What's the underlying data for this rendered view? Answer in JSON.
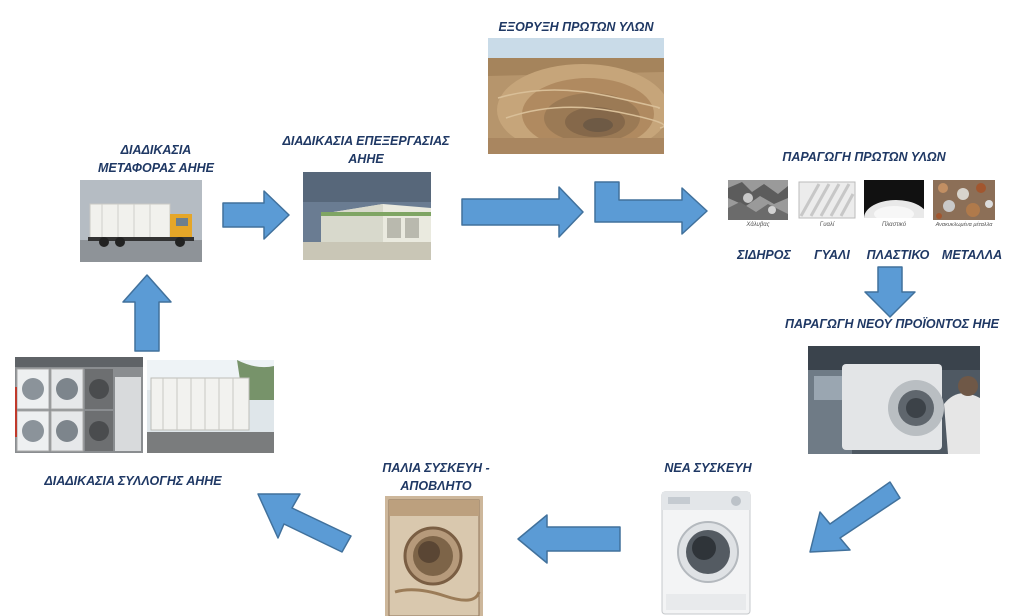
{
  "labels": {
    "mining": "ΕΞΟΡΥΞΗ ΠΡΩΤΩΝ ΥΛΩΝ",
    "raw_production": "ΠΑΡΑΓΩΓΗ  ΠΡΩΤΩΝ ΥΛΩΝ",
    "transport_l1": "ΔΙΑΔΙΚΑΣΙΑ",
    "transport_l2": "ΜΕΤΑΦΟΡΑΣ ΑΗΗΕ",
    "processing_l1": "ΔΙΑΔΙΚΑΣΙΑ ΕΠΕΞΕΡΓΑΣΙΑΣ",
    "processing_l2": "ΑΗΗΕ",
    "new_product": "ΠΑΡΑΓΩΓΗ ΝΕΟΥ ΠΡΟΪΟΝΤΟΣ ΗΗΕ",
    "new_device": "ΝΕΑ ΣΥΣΚΕΥΗ",
    "old_device_l1": "ΠΑΛΙΑ ΣΥΣΚΕΥΗ -",
    "old_device_l2": "ΑΠΟΒΛΗΤΟ",
    "collection": "ΔΙΑΔΙΚΑΣΙΑ  ΣΥΛΛΟΓΗΣ  ΑΗΗΕ"
  },
  "materials": {
    "steel": "ΣΙΔΗΡΟΣ",
    "glass": "ΓΥΑΛΙ",
    "plastic": "ΠΛΑΣΤΙΚΟ",
    "metals": "ΜΕΤΑΛΛΑ"
  },
  "material_captions": {
    "steel": "Χάλυβας",
    "glass": "Γυαλί",
    "plastic": "Πλαστικό",
    "metals": "Ανακυκλωμένα μέταλλα"
  },
  "colors": {
    "arrow_fill": "#5b9bd5",
    "arrow_stroke": "#41719c",
    "label_text": "#1f3864"
  }
}
